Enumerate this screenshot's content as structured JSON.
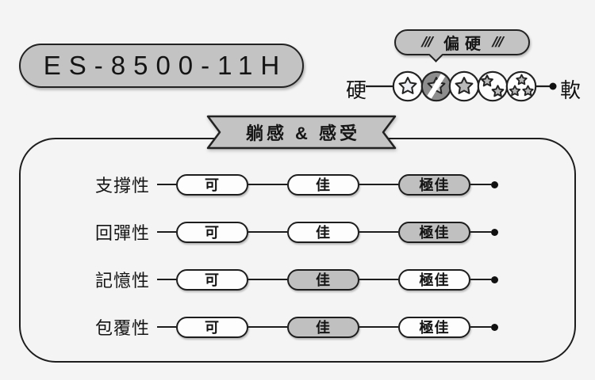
{
  "model": {
    "code": "ES-8500-11H"
  },
  "firmness_scale": {
    "callout": {
      "hatch": "///",
      "label": "偏硬"
    },
    "hard_label": "硬",
    "soft_label": "軟",
    "levels": [
      {
        "position": 1,
        "stars": 1,
        "style": "lightest",
        "selected": false
      },
      {
        "position": 2,
        "stars": 1,
        "style": "selected-dark",
        "selected": true
      },
      {
        "position": 3,
        "stars": 1,
        "style": "gray",
        "selected": false
      },
      {
        "position": 4,
        "stars": 2,
        "style": "gray",
        "selected": false
      },
      {
        "position": 5,
        "stars": 3,
        "style": "gray",
        "selected": false
      }
    ],
    "selected_level": 2
  },
  "section_banner": {
    "title": "躺感 & 感受"
  },
  "ratings": {
    "scale_labels": [
      "可",
      "佳",
      "極佳"
    ],
    "rows": [
      {
        "label": "支撐性",
        "value": "極佳",
        "selected_index": 2
      },
      {
        "label": "回彈性",
        "value": "極佳",
        "selected_index": 2
      },
      {
        "label": "記憶性",
        "value": "佳",
        "selected_index": 1
      },
      {
        "label": "包覆性",
        "value": "佳",
        "selected_index": 1
      }
    ]
  },
  "colors": {
    "background": "#f4f4f4",
    "outline": "#1d1d1d",
    "badge_fill": "#c3c3c3",
    "pill_default": "#fdfdfd",
    "pill_selected": "#c0c0c0",
    "firmness_selected_circle": "#8d8d8d",
    "star_gray": "#b9b9b9",
    "star_light": "#edeff4"
  }
}
